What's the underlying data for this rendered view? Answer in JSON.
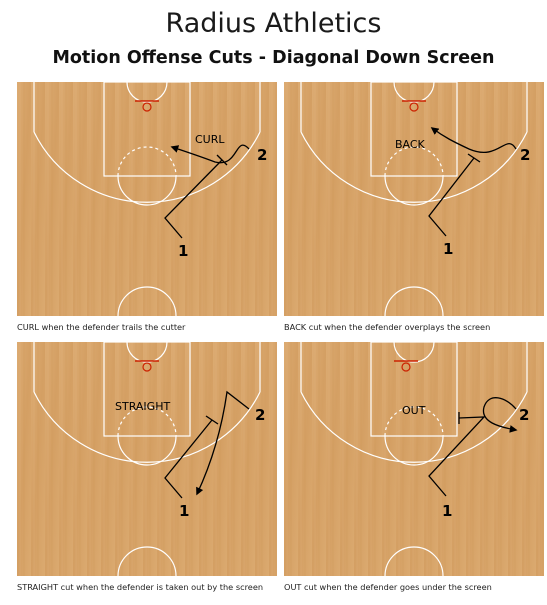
{
  "header": {
    "title": "Radius Athletics",
    "subtitle": "Motion Offense Cuts - Diagonal Down Screen"
  },
  "colors": {
    "court_wood": "#d9a66b",
    "court_lines": "#ffffff",
    "rim": "#cc2200",
    "play_lines": "#000000"
  },
  "panels": [
    {
      "label": "CURL",
      "player_a": "1",
      "player_b": "2",
      "caption": "CURL when the defender trails the cutter"
    },
    {
      "label": "BACK",
      "player_a": "1",
      "player_b": "2",
      "caption": "BACK cut when the defender overplays the screen"
    },
    {
      "label": "STRAIGHT",
      "player_a": "1",
      "player_b": "2",
      "caption": "STRAIGHT cut when the defender is taken out by the screen"
    },
    {
      "label": "OUT",
      "player_a": "1",
      "player_b": "2",
      "caption": "OUT cut when the defender goes under the screen"
    }
  ]
}
